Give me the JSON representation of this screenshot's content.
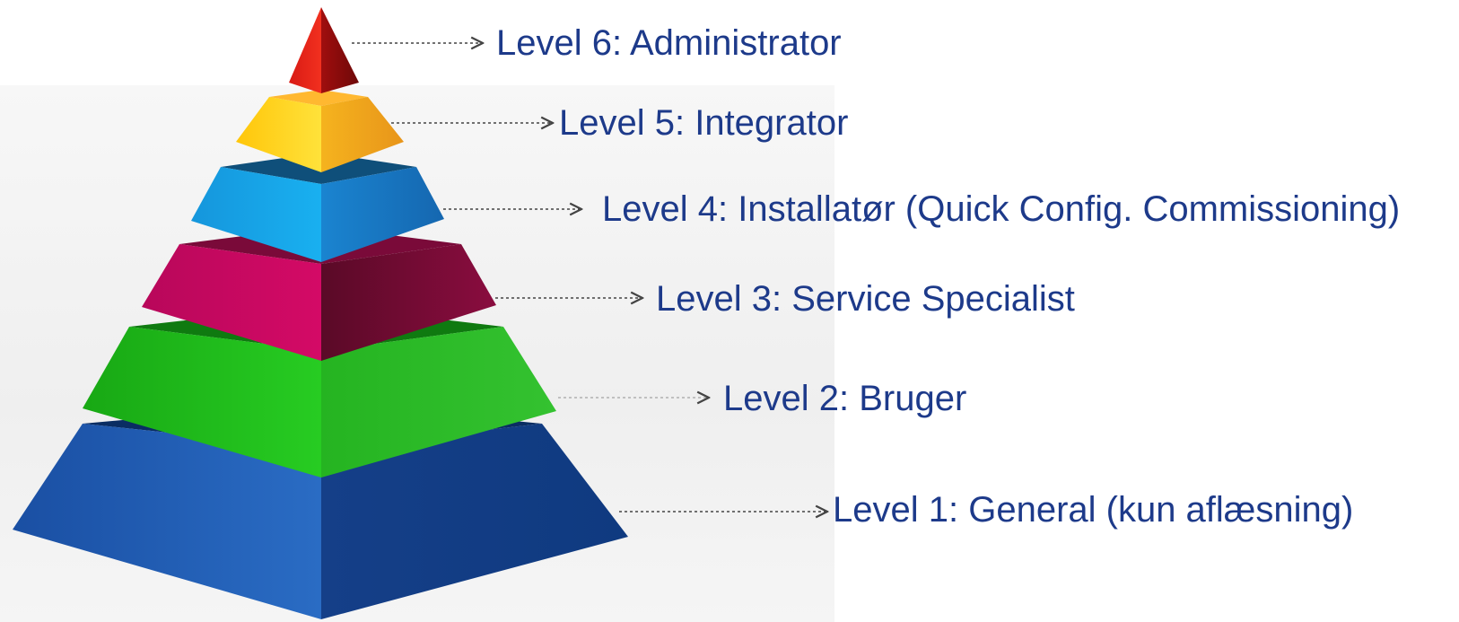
{
  "levels": [
    {
      "label": "Level 6: Administrator",
      "icon": "red-pyramid-tip-icon",
      "colors": {
        "left": "#e8221a",
        "right": "#8e0a0a",
        "top": "#ff4d3d"
      }
    },
    {
      "label": "Level 5: Integrator",
      "icon": "yellow-tier-icon",
      "colors": {
        "left": "#ffd21f",
        "right": "#f0a71a",
        "top": "#ffb830"
      }
    },
    {
      "label": "Level 4: Installatør (Quick Config. Commissioning)",
      "icon": "light-blue-tier-icon",
      "colors": {
        "left": "#14a3e8",
        "right": "#1778c4",
        "top": "#0f4f7a"
      }
    },
    {
      "label": "Level 3: Service Specialist",
      "icon": "magenta-tier-icon",
      "colors": {
        "left": "#c3075e",
        "right": "#6b0b2f",
        "top": "#7a0a39"
      }
    },
    {
      "label": "Level 2: Bruger",
      "icon": "green-tier-icon",
      "colors": {
        "left": "#22c21b",
        "right": "#2bb52a",
        "top": "#0f7a10"
      }
    },
    {
      "label": "Level 1: General (kun aflæsning)",
      "icon": "dark-blue-tier-icon",
      "colors": {
        "left": "#1e5bb0",
        "right": "#123f8c",
        "top": "#0a2d63"
      }
    }
  ],
  "style": {
    "label_color": "#1d3a8a",
    "arrow_color": "#444444"
  }
}
